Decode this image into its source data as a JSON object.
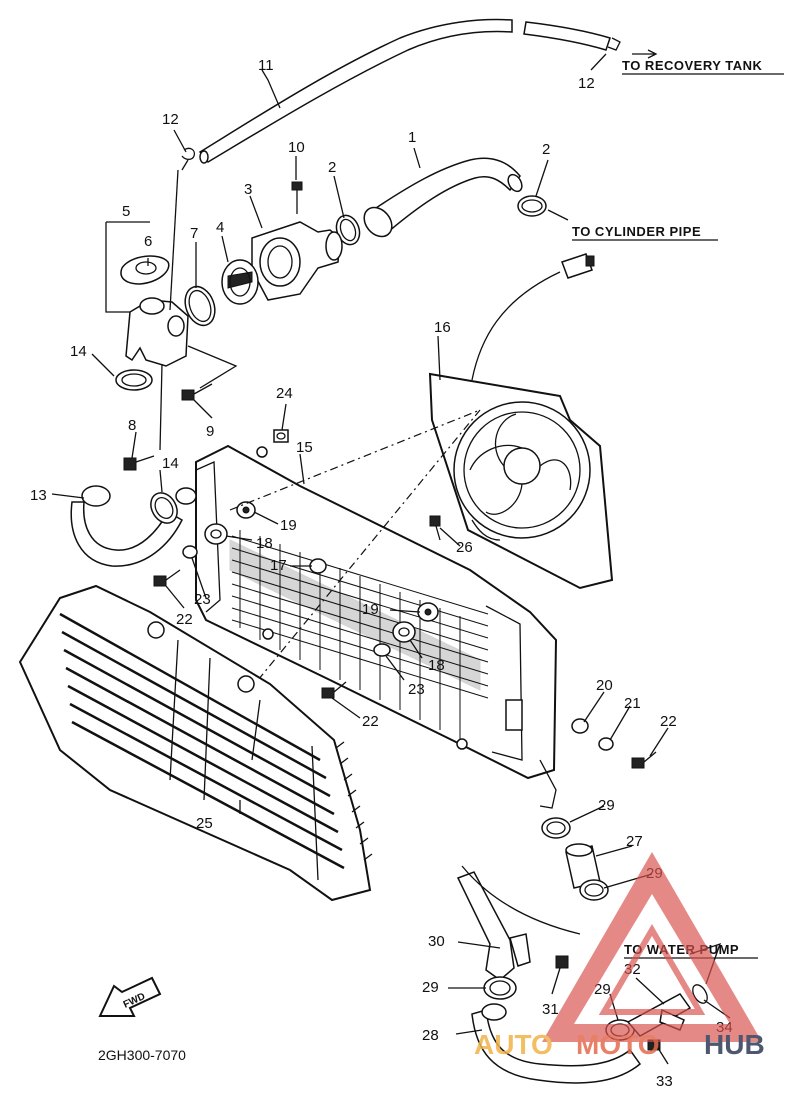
{
  "callouts": {
    "c1": "1",
    "c2a": "2",
    "c2b": "2",
    "c3": "3",
    "c4": "4",
    "c5": "5",
    "c6": "6",
    "c7": "7",
    "c8": "8",
    "c9": "9",
    "c10": "10",
    "c11": "11",
    "c12a": "12",
    "c12b": "12",
    "c13": "13",
    "c14a": "14",
    "c14b": "14",
    "c15": "15",
    "c16": "16",
    "c17": "17",
    "c18a": "18",
    "c18b": "18",
    "c19a": "19",
    "c19b": "19",
    "c20": "20",
    "c21": "21",
    "c22a": "22",
    "c22b": "22",
    "c22c": "22",
    "c23a": "23",
    "c23b": "23",
    "c24": "24",
    "c25": "25",
    "c26": "26",
    "c27": "27",
    "c28": "28",
    "c29a": "29",
    "c29b": "29",
    "c29c": "29",
    "c29d": "29",
    "c30": "30",
    "c31": "31",
    "c32": "32",
    "c33": "33",
    "c34": "34"
  },
  "captions": {
    "recovery_tank": "TO RECOVERY TANK",
    "cylinder_pipe": "TO CYLINDER PIPE",
    "water_pump": "TO WATER PUMP"
  },
  "fwd_label": "FWD",
  "diagram_code": "2GH300-7070",
  "watermark": {
    "part1": "AUTO",
    "part2": "MOTO",
    "part3": "HUB",
    "color_a": "#f2b24a",
    "color_m": "#e46b4d",
    "color_h": "#2e3b57",
    "triangle_color": "#d9534f"
  }
}
